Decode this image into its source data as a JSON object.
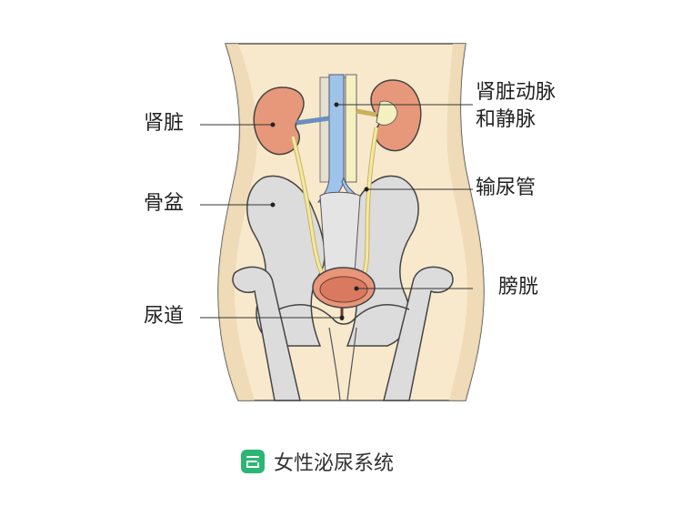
{
  "labels": {
    "kidney": "肾脏",
    "pelvis": "骨盆",
    "urethra": "尿道",
    "renal_vessels_line1": "肾脏动脉",
    "renal_vessels_line2": "和静脉",
    "ureter": "输尿管",
    "bladder": "膀胱"
  },
  "caption": {
    "text": "女性泌尿系统",
    "icon": "app-logo-icon"
  },
  "colors": {
    "skin": "#f8e9cc",
    "bone": "#dcdcdc",
    "kidney": "#e8987a",
    "vein": "#9ec4ea",
    "artery": "#f5f0c0",
    "bladder": "#e8957a",
    "ureter": "#f3e9a6",
    "brand_green": "#2bb673"
  }
}
